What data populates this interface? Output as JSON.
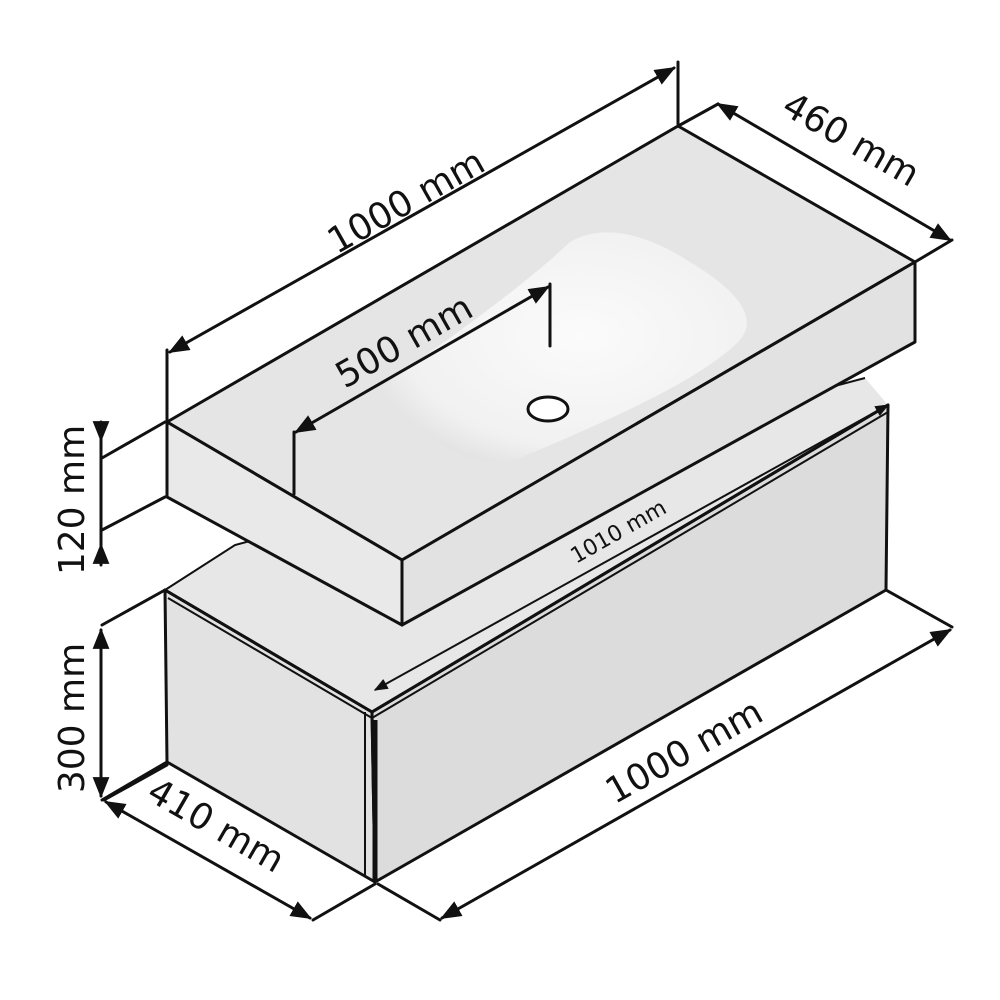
{
  "dimensions": {
    "top_width": "1000 mm",
    "top_depth": "460 mm",
    "basin_width": "500 mm",
    "top_height": "120 mm",
    "cabinet_inner_width": "1010 mm",
    "cabinet_height": "300 mm",
    "cabinet_depth": "410 mm",
    "cabinet_width": "1000 mm"
  },
  "colors": {
    "line": "#111111",
    "surface_top": "#e6e6e6",
    "surface_front": "#dedede",
    "surface_side": "#e3e3e3",
    "basin": "#f7f7f7",
    "background": "#ffffff"
  }
}
